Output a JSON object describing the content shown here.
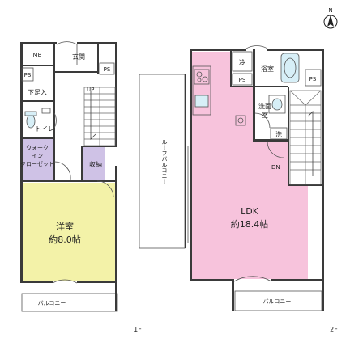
{
  "compass": {
    "north": "N"
  },
  "floor1": {
    "floor_label": "1F",
    "rooms": {
      "mb": "MB",
      "entrance": "玄関",
      "ps_top": "PS",
      "ps_left": "PS",
      "shoe_storage": "下足入",
      "toilet": "トイレ",
      "walkin_line1": "ウォーク",
      "walkin_line2": "イン",
      "walkin_line3": "クローゼット",
      "storage": "収納",
      "stair_up": "UP",
      "bedroom_name": "洋室",
      "bedroom_size": "約8.0帖",
      "balcony": "バルコニー"
    },
    "colors": {
      "bedroom": "#f3f2a8",
      "closet": "#cfc2e6",
      "toilet_fixture": "#d7eff7"
    }
  },
  "floor2": {
    "floor_label": "2F",
    "rooms": {
      "fridge": "冷",
      "ps_kitchen": "PS",
      "bathroom": "浴室",
      "ps_right": "PS",
      "washroom_line1": "洗面",
      "washroom_line2": "室",
      "washer": "洗",
      "roof_balcony": "ルーフバルコニー",
      "stair_down": "DN",
      "ldk_name": "LDK",
      "ldk_size": "約18.4帖",
      "balcony": "バルコニー"
    },
    "colors": {
      "ldk": "#f7c3dc",
      "fixture": "#d7eff7"
    }
  }
}
